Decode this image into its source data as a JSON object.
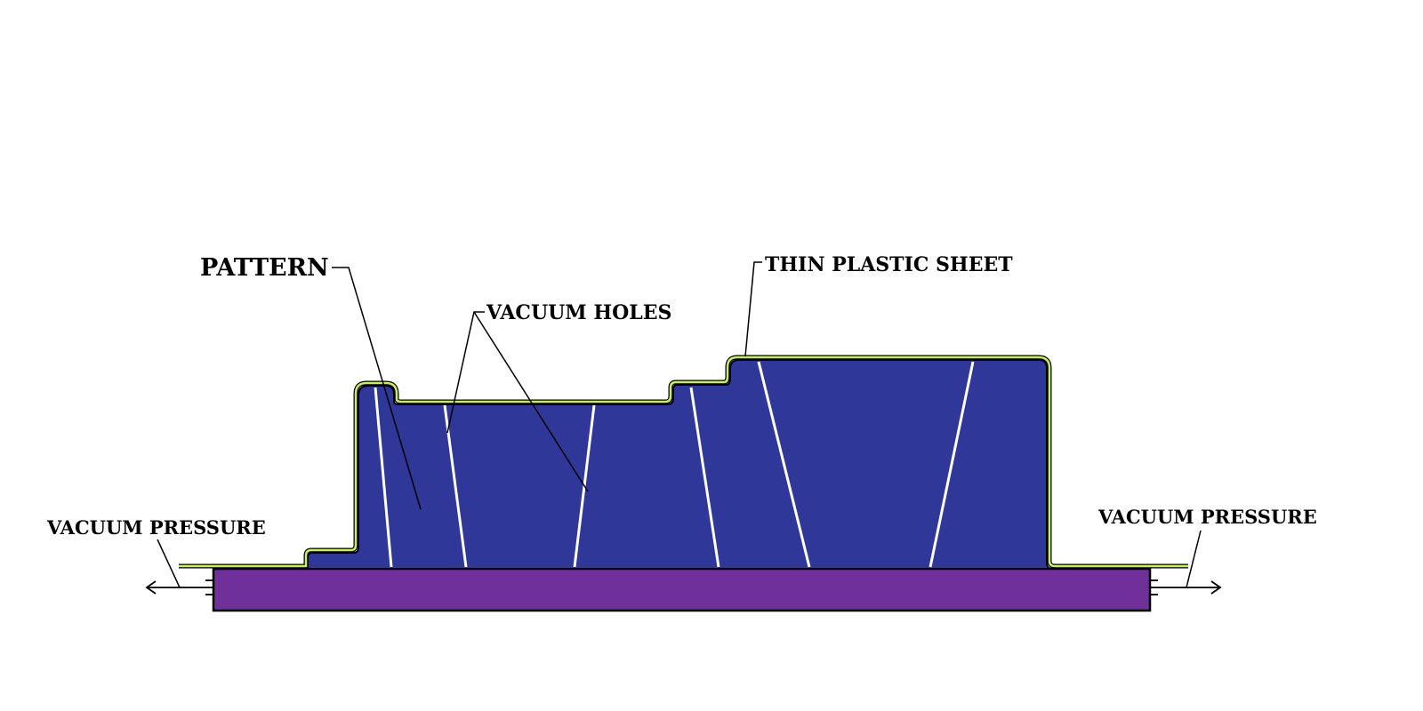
{
  "labels": {
    "pattern": "PATTERN",
    "vacuum_holes": "VACUUM HOLES",
    "thin_plastic_sheet": "THIN PLASTIC SHEET",
    "vacuum_pressure_left": "VACUUM PRESSURE",
    "vacuum_pressure_right": "VACUUM PRESSURE"
  },
  "colors": {
    "pattern_fill": "#2f3799",
    "base_fill": "#6f309a",
    "plastic_sheet": "#c6ee6a",
    "outline": "#000000",
    "vacuum_hole": "#ffffff",
    "background": "#ffffff"
  }
}
